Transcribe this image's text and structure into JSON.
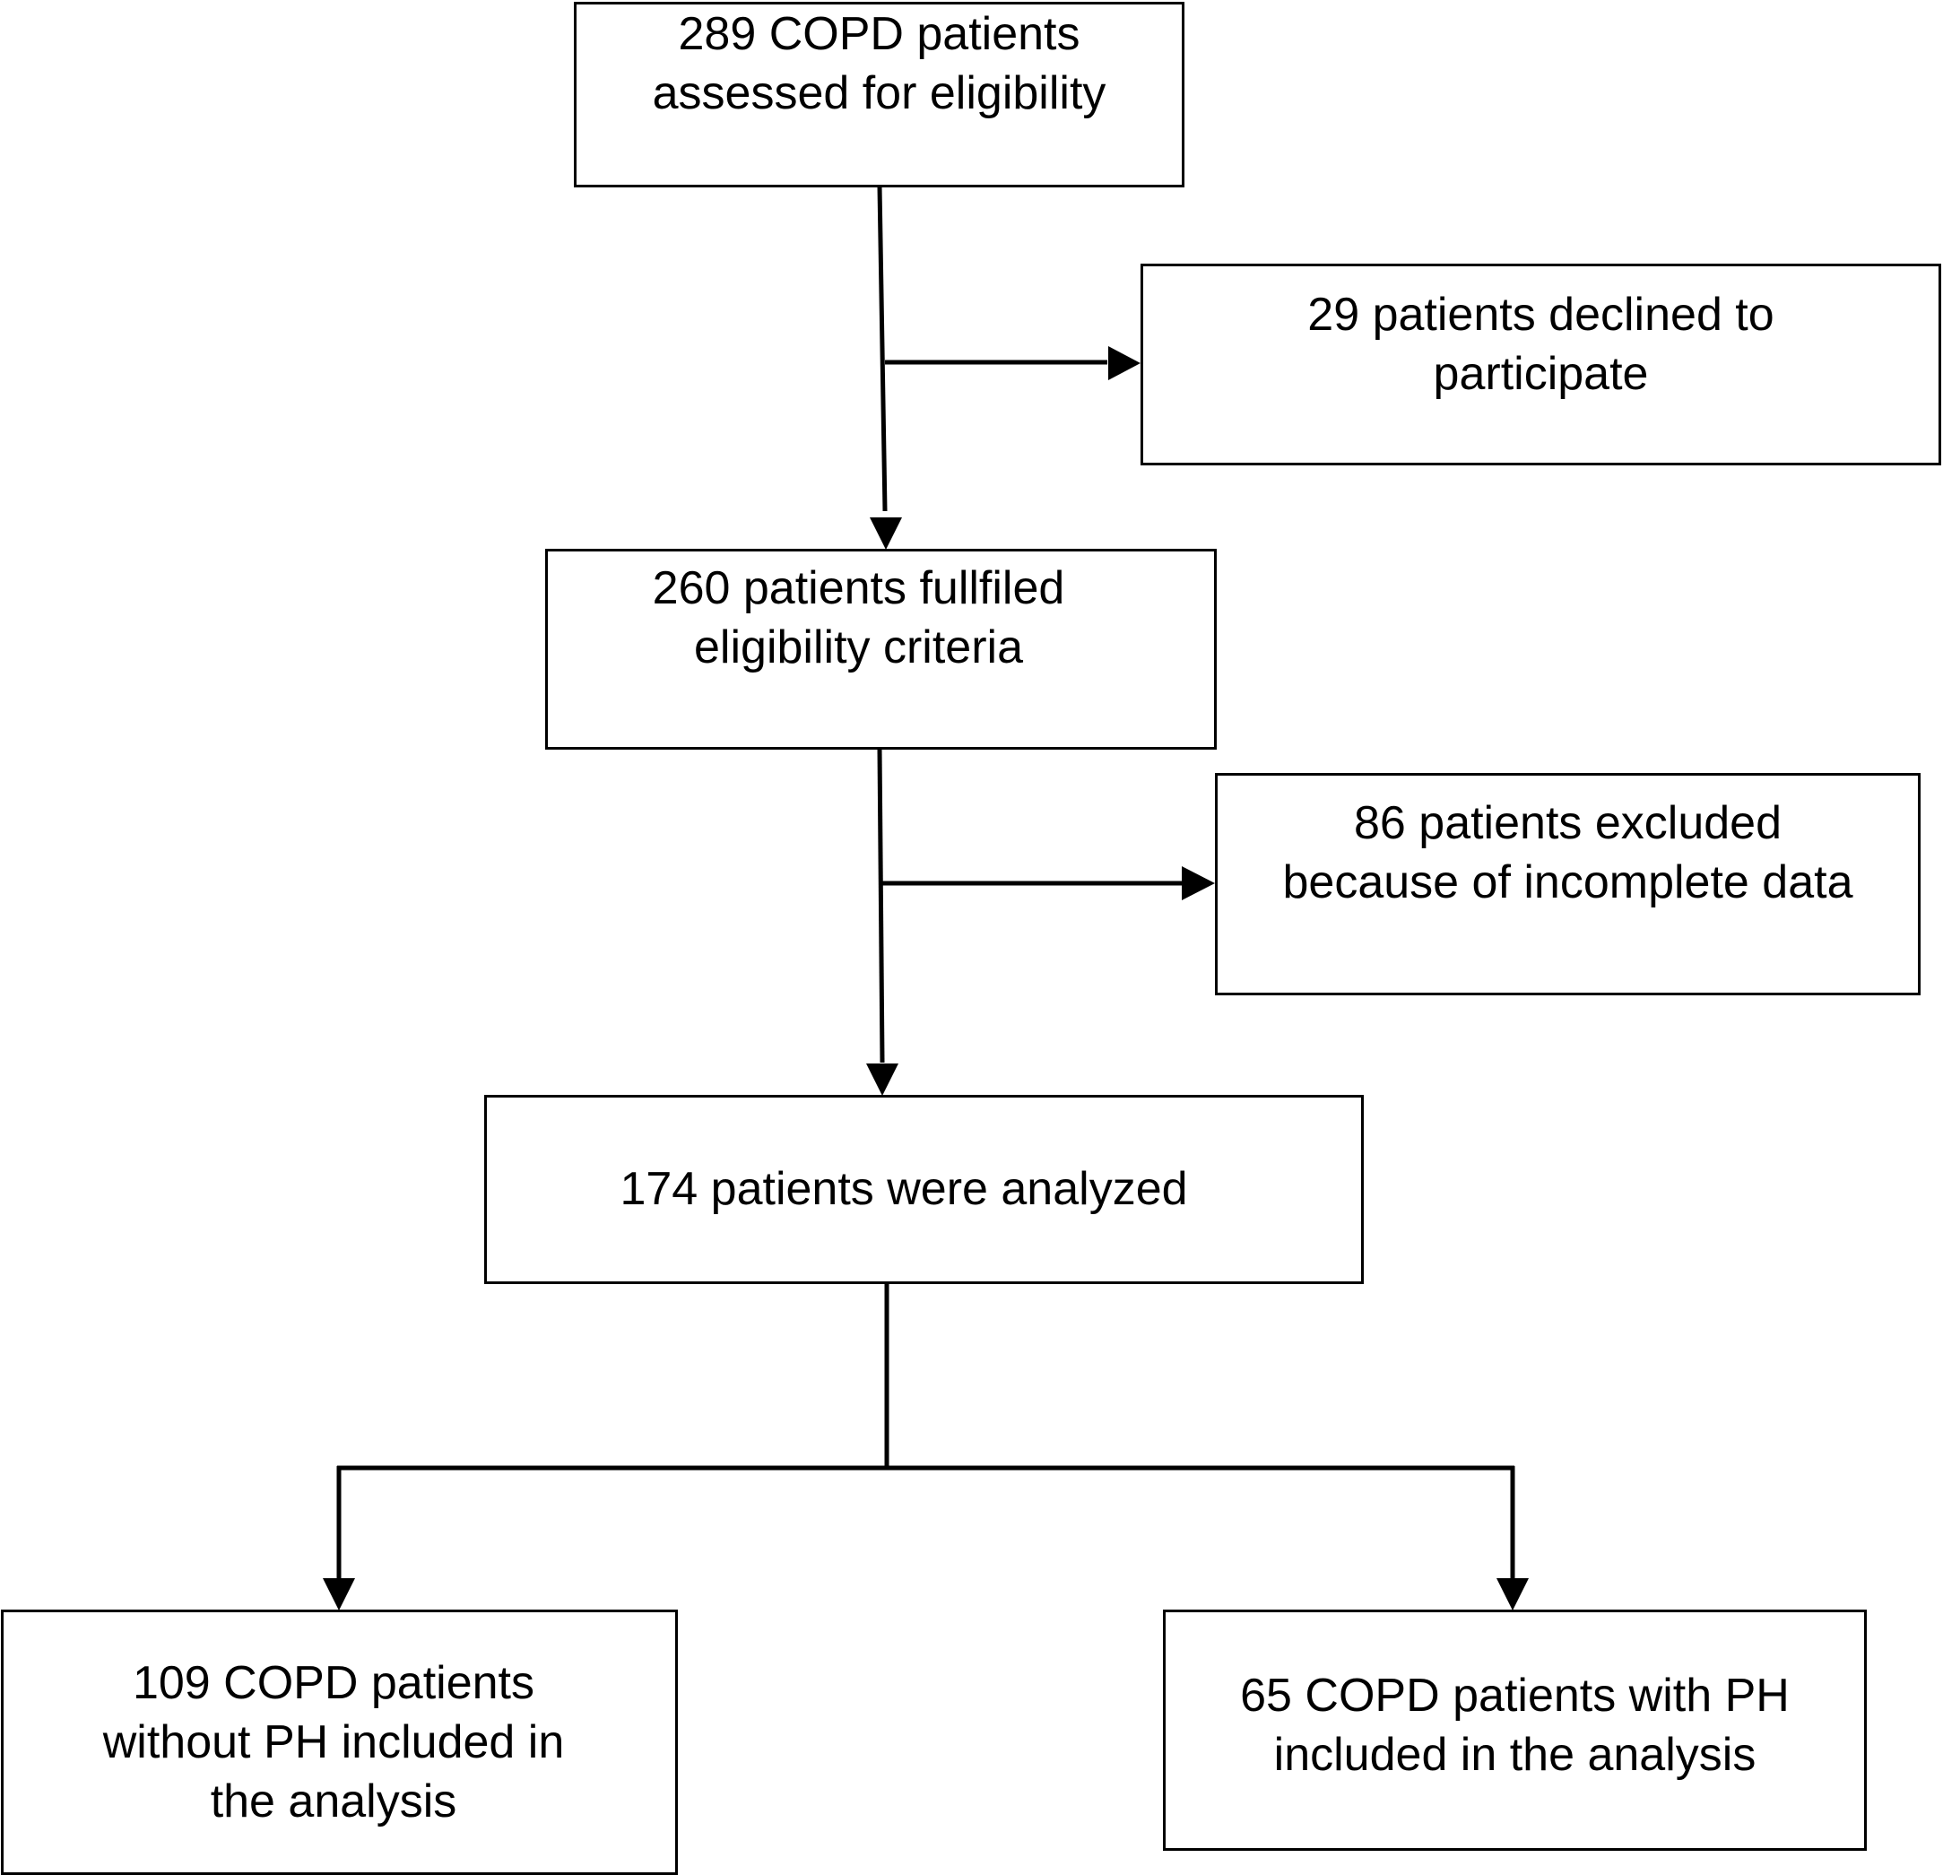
{
  "flowchart": {
    "boxes": {
      "assessed": "289 COPD patients\nassessed for eligibility",
      "declined": "29 patients declined to\nparticipate",
      "eligible": "260 patients fullfiled\neligibility criteria",
      "excluded": "86 patients excluded\nbecause of incomplete data",
      "analyzed": "174 patients were analyzed",
      "without_ph": "109 COPD patients\nwithout PH included in\nthe analysis",
      "with_ph": "65 COPD patients with PH\nincluded in the analysis"
    },
    "line_color": "#000000"
  }
}
